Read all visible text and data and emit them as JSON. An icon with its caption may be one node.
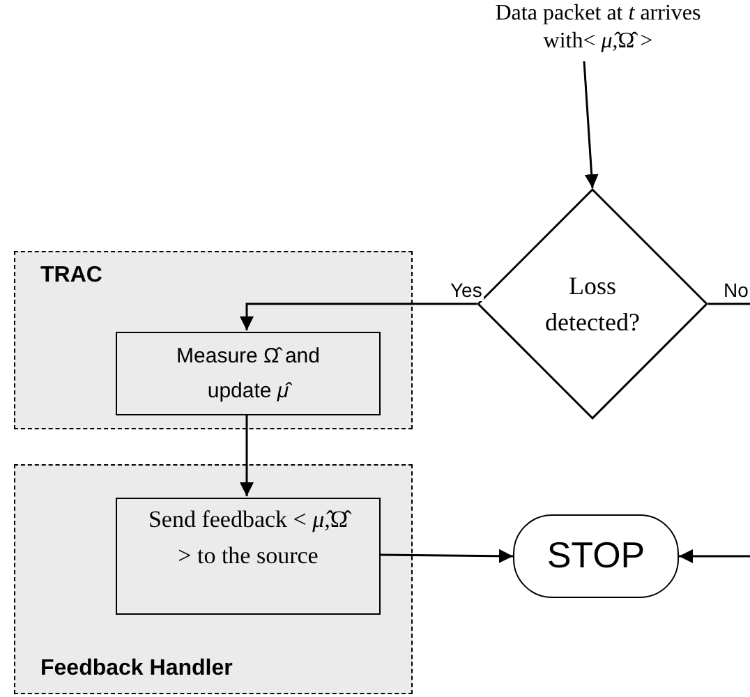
{
  "diagram": {
    "nodes": [
      {
        "text": [
          "Data packet at *t* arrives with< *μ̂*,Ω̂ >"
        ]
      },
      {
        "text": [
          "Loss detected?"
        ]
      },
      {
        "text": [
          "TRAC"
        ]
      },
      {
        "text": [
          "Measure Ω̂ and update *μ̂*"
        ],
        "in": 2
      },
      {
        "text": [
          "Feedback Handler"
        ]
      },
      {
        "text": [
          "Send feedback < *μ̂*,Ω̂ > to the source"
        ],
        "in": 4
      },
      {
        "text": [
          "STOP"
        ]
      }
    ],
    "edges": [
      {
        "from": 0,
        "to": 1,
        "arrow": "to"
      },
      {
        "from": 1,
        "to": 3,
        "arrow": "to",
        "label": "Yes"
      },
      {
        "from": 1,
        "to": null,
        "arrow": "none",
        "label": "No"
      },
      {
        "from": 3,
        "to": 5,
        "arrow": "to"
      },
      {
        "from": 5,
        "to": 6,
        "arrow": "to"
      },
      {
        "from": null,
        "to": 6,
        "arrow": "to"
      }
    ]
  }
}
